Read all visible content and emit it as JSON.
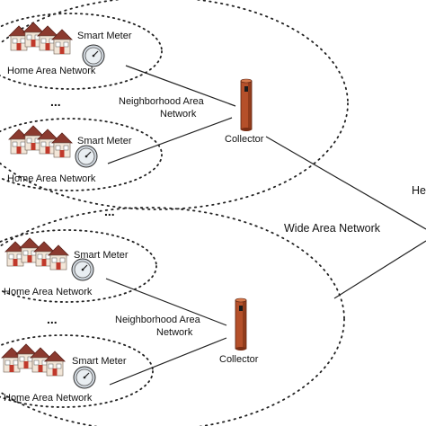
{
  "labels": {
    "smart_meter": "Smart Meter",
    "home_area_network": "Home Area Network",
    "neighborhood_area_network_line1": "Neighborhood Area",
    "neighborhood_area_network_line2": "Network",
    "collector": "Collector",
    "wide_area_network": "Wide Area Network",
    "head_end_partial": "He",
    "ellipsis": "..."
  },
  "colors": {
    "roof": "#8b3a2f",
    "wall": "#f2e6d8",
    "door": "#c0392b",
    "window": "#ffffff",
    "collector_body": "#b5502a",
    "collector_shadow": "#7a2e14",
    "meter_face": "#e9eef2"
  },
  "icons": [
    "house-cluster-icon",
    "smart-meter-icon",
    "collector-icon"
  ]
}
